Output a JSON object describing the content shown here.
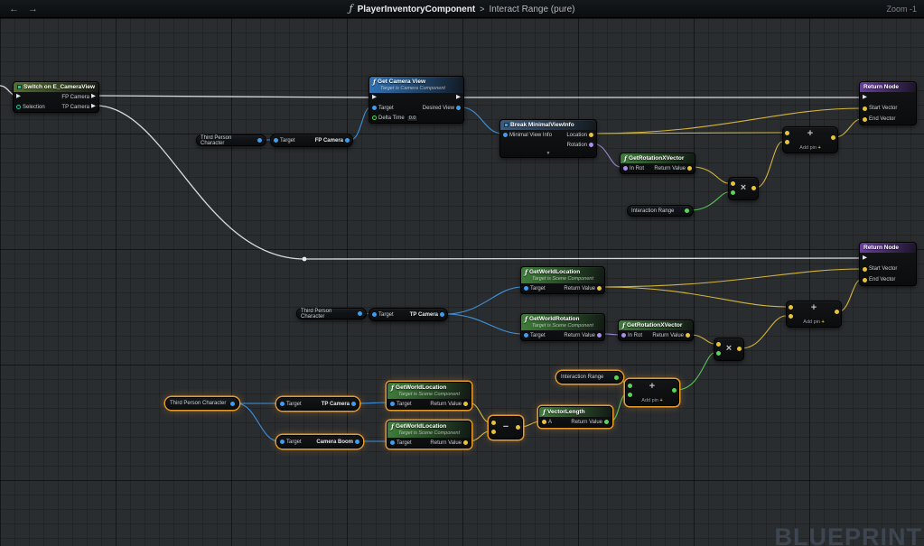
{
  "toolbar": {
    "back_icon": "←",
    "forward_icon": "→",
    "fn_icon": "ƒ",
    "breadcrumb_root": "PlayerInventoryComponent",
    "breadcrumb_separator": ">",
    "breadcrumb_current": "Interact Range (pure)",
    "zoom_label": "Zoom -1"
  },
  "watermark": "BLUEPRINT",
  "icons": {
    "exec_pin": "▶",
    "collapse_arrow": "▼",
    "fn": "ƒ",
    "plus": "+",
    "multiply": "×",
    "subtract": "−"
  },
  "labels": {
    "target": "Target",
    "return_value": "Return Value",
    "add_pin": "Add pin"
  },
  "variables": {
    "third_person_character": "Third Person Character",
    "interaction_range": "Interaction Range",
    "fp_camera": "FP Camera",
    "tp_camera": "TP Camera",
    "camera_boom": "Camera Boom"
  },
  "nodes": {
    "switch_node": {
      "title": "Switch on E_CameraView",
      "selection": "Selection",
      "case_fp": "FP Camera",
      "case_tp": "TP Camera"
    },
    "get_camera_view": {
      "title": "Get Camera View",
      "subtitle": "Target is Camera Component",
      "delta_time": "Delta Time",
      "delta_time_value": "0.0",
      "desired_view": "Desired View"
    },
    "break_minimal_view_info": {
      "title": "Break MinimalViewInfo",
      "input": "Minimal View Info",
      "location": "Location",
      "rotation": "Rotation"
    },
    "get_rotation_x_vector": {
      "title": "GetRotationXVector",
      "in_rot": "In Rot"
    },
    "return_node": {
      "title": "Return Node",
      "start_vector": "Start Vector",
      "end_vector": "End Vector"
    },
    "get_world_location": {
      "title": "GetWorldLocation",
      "subtitle": "Target is Scene Component"
    },
    "get_world_rotation": {
      "title": "GetWorldRotation",
      "subtitle": "Target is Scene Component"
    },
    "vector_length": {
      "title": "VectorLength",
      "a_label": "A"
    }
  },
  "colors": {
    "exec_wire": "#e6e9ec",
    "object_pin": "#3f9df0",
    "vector_pin": "#e7c33c",
    "float_pin": "#59d659",
    "rotator_pin": "#a98fe8",
    "enum_pin": "#2dbf9e",
    "selection_outline": "#e89b2d"
  }
}
